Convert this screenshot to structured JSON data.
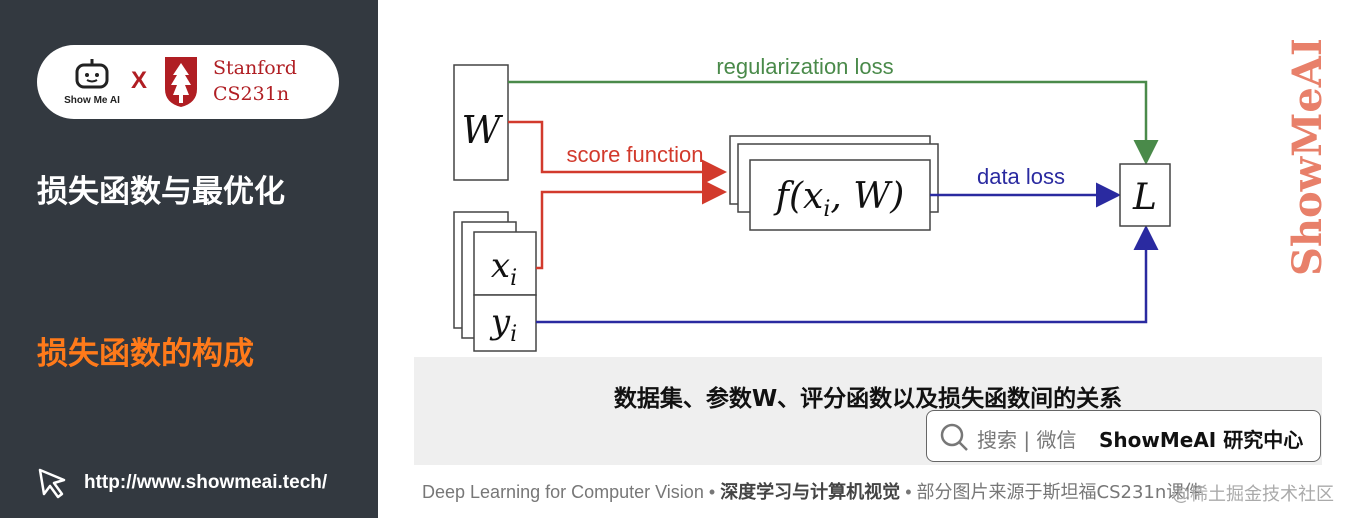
{
  "sidebar": {
    "logo": {
      "brand": "Show Me AI",
      "x_mark": "X",
      "partner_line1": "Stanford",
      "partner_line2": "CS231n"
    },
    "title": "损失函数与最优化",
    "subtitle": "损失函数的构成",
    "url": "http://www.showmeai.tech/"
  },
  "diagram": {
    "nodes": {
      "w": "W",
      "x": "x",
      "x_sub": "i",
      "y": "y",
      "y_sub": "i",
      "f": "f(x",
      "f_sub": "i",
      "f_tail": ", W)",
      "l": "L"
    },
    "labels": {
      "regularization": "regularization loss",
      "score": "score function",
      "data_loss": "data loss"
    },
    "colors": {
      "green": "#4a8a4a",
      "red": "#d23a2c",
      "blue": "#2a2aa0"
    }
  },
  "caption": "数据集、参数W、评分函数以及损失函数间的关系",
  "search": {
    "text": "搜索 | 微信",
    "brand": "ShowMeAI 研究中心"
  },
  "watermark": "ShowMeAI",
  "footer": {
    "course_en": "Deep Learning for Computer Vision",
    "sep1": "•",
    "course_cn": "深度学习与计算机视觉",
    "sep2": "•",
    "source": "部分图片来源于斯坦福CS231n课件"
  },
  "csdn_watermark": "@稀土掘金技术社区"
}
